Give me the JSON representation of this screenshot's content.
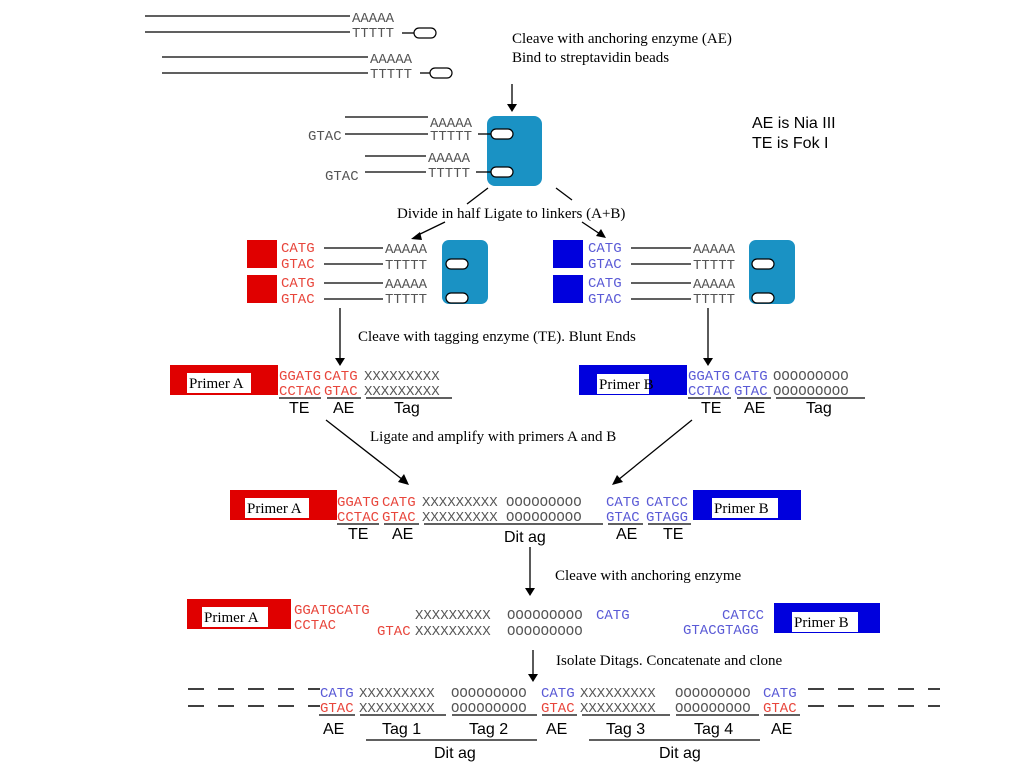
{
  "steps": {
    "s1a": "Cleave with anchoring enzyme (AE)",
    "s1b": "Bind to streptavidin beads",
    "s2": "Divide in half  Ligate to linkers (A+B)",
    "s3": "Cleave with tagging enzyme (TE). Blunt Ends",
    "s4": "Ligate and amplify with primers A and B",
    "s5": "Cleave with anchoring enzyme",
    "s6": "Isolate Ditags. Concatenate and clone"
  },
  "notes": {
    "ae": "AE is Nia III",
    "te": "TE is Fok  I"
  },
  "seq": {
    "polyA": "AAAAA",
    "polyT": "TTTTT",
    "catg": "CATG",
    "gtac": "GTAC",
    "ggatg": "GGATG",
    "cctac": "CCTAC",
    "xs": "XXXXXXXXX",
    "os": "OOOOOOOOO",
    "catcc": "CATCC",
    "gtagg": "GTAGG",
    "ggatgcatg": "GGATGCATG",
    "gtacgtagg": "GTACGTAGG"
  },
  "primers": {
    "a": "Primer A",
    "b": "Primer B"
  },
  "labels": {
    "te": "TE",
    "ae": "AE",
    "tag": "Tag",
    "ditag": "Dit ag",
    "tag1": "Tag 1",
    "tag2": "Tag 2",
    "tag3": "Tag 3",
    "tag4": "Tag 4"
  }
}
